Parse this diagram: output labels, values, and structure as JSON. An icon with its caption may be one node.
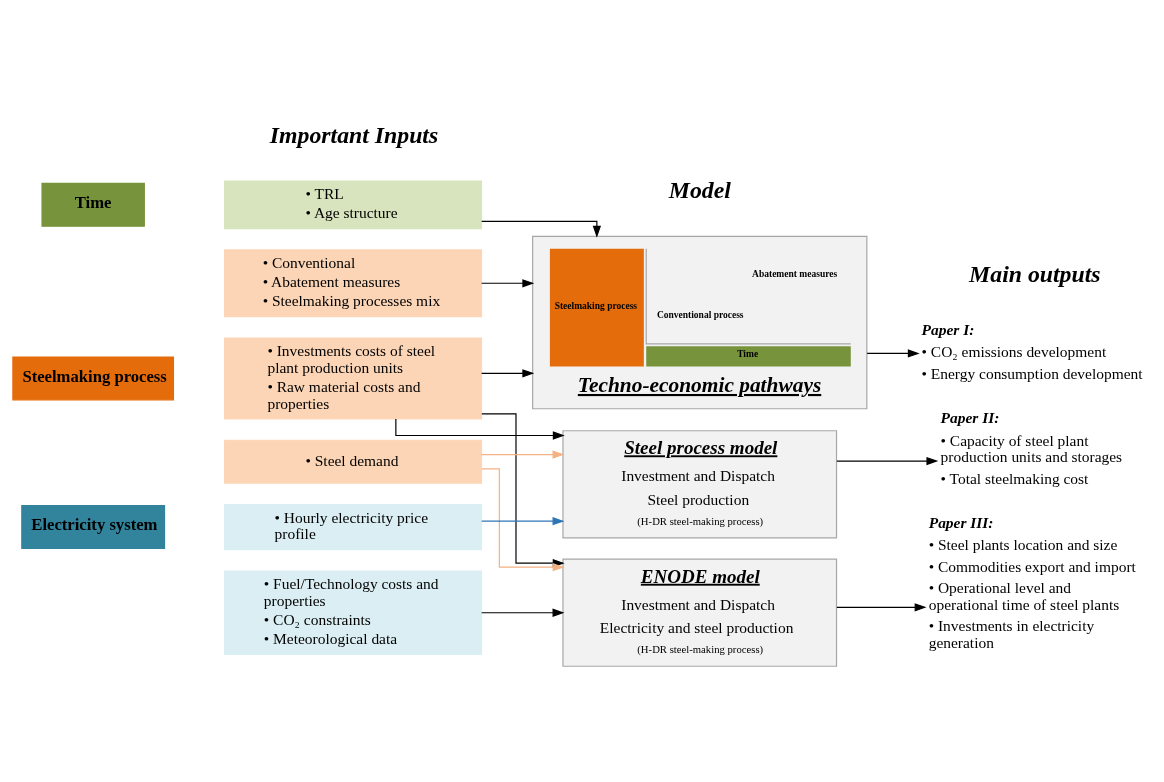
{
  "diagram": {
    "nodes": [
      {
        "text": [
          "Time"
        ]
      },
      {
        "text": [
          "• TRL",
          "• Age structure"
        ]
      },
      {
        "text": [
          "Steelmaking process"
        ]
      },
      {
        "text": [
          "• Conventional",
          "• Abatement measures",
          "• Steelmaking processes mix"
        ]
      },
      {
        "text": [
          "• Investments costs of steel plant production units",
          "• Raw material costs and properties"
        ]
      },
      {
        "text": [
          "• Steel demand"
        ]
      },
      {
        "text": [
          "Electricity system"
        ]
      },
      {
        "text": [
          "• Hourly electricity price profile"
        ]
      },
      {
        "text": [
          "• Fuel/Technology costs and properties",
          "• CO₂ constraints",
          "• Meteorological data"
        ]
      },
      {
        "text": [
          "Steelmaking process",
          "Abatement measures",
          "Conventional process",
          "Time",
          "Techno-economic pathways"
        ]
      },
      {
        "text": [
          "Steel process model",
          "Investment and Dispatch",
          "Steel production",
          "(H-DR steel-making process)"
        ]
      },
      {
        "text": [
          "ENODE model",
          "Investment and Dispatch",
          "Electricity and steel production",
          "(H-DR steel-making process)"
        ]
      },
      {
        "text": [
          "Paper I:",
          "• CO₂ emissions development",
          "• Energy consumption development"
        ]
      },
      {
        "text": [
          "Paper II:",
          "• Capacity of steel plant production units and storages",
          "• Total steelmaking cost"
        ]
      },
      {
        "text": [
          "Paper III:",
          "• Steel plants location and size",
          "• Commodities export and import",
          "• Operational level and operational time of steel plants",
          "• Investments in electricity generation"
        ]
      }
    ],
    "edges": [
      {
        "from": 1,
        "to": 9,
        "arrow": "to"
      },
      {
        "from": 3,
        "to": 9,
        "arrow": "to"
      },
      {
        "from": 4,
        "to": 10,
        "arrow": "to"
      },
      {
        "from": 4,
        "to": 9,
        "arrow": "to"
      },
      {
        "from": 4,
        "to": 11,
        "arrow": "to"
      },
      {
        "from": 5,
        "to": 10,
        "arrow": "to",
        "color": "#f4b183"
      },
      {
        "from": 5,
        "to": 11,
        "arrow": "to",
        "color": "#f4b183"
      },
      {
        "from": 7,
        "to": 10,
        "arrow": "to",
        "color": "#2e75b6"
      },
      {
        "from": 8,
        "to": 11,
        "arrow": "to"
      },
      {
        "from": 9,
        "to": 12,
        "arrow": "to"
      },
      {
        "from": 10,
        "to": 13,
        "arrow": "to"
      },
      {
        "from": 11,
        "to": 14,
        "arrow": "to"
      }
    ],
    "labels": [
      "Important Inputs",
      "Model",
      "Main outputs"
    ]
  }
}
